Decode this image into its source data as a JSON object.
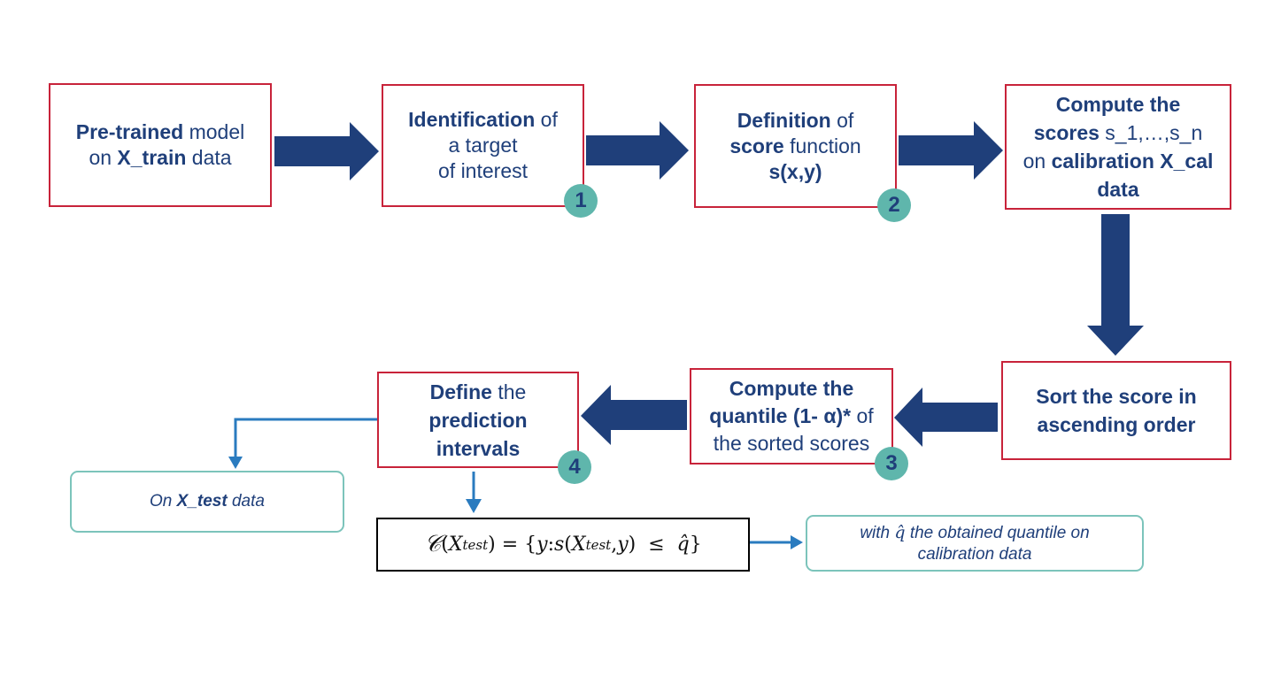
{
  "steps": {
    "pretrained": {
      "bold1": "Pre-trained",
      "text1": " model",
      "text2": "on ",
      "bold2": "X_train",
      "text3": " data"
    },
    "identification": {
      "bold1": "Identification",
      "text1": " of",
      "line2": "a target",
      "line3": "of interest",
      "badge": "1"
    },
    "definition": {
      "bold1": "Definition",
      "text1": " of",
      "bold2": "score",
      "text2": " function",
      "bold3": "s(x,y)",
      "badge": "2"
    },
    "compute_scores": {
      "line1": "Compute the",
      "bold1": "scores",
      "text1": " s_1,…,s_n",
      "text2": "on ",
      "bold2": "calibration X_cal",
      "line4": "data"
    },
    "sort": {
      "line1": "Sort the score in",
      "line2": "ascending order"
    },
    "quantile": {
      "line1": "Compute the",
      "bold1": "quantile (1- α)*",
      "text1": " of",
      "line3": "the sorted scores",
      "badge": "3"
    },
    "define_intervals": {
      "bold1": "Define",
      "text1": " the",
      "line2": "prediction",
      "line3": "intervals",
      "badge": "4"
    }
  },
  "notes": {
    "test_data": {
      "text1": "On ",
      "bold1": "X_test",
      "text2": " data"
    },
    "quantile_note": {
      "text1": "with ",
      "qhat": "q̂",
      "text2": " the obtained quantile on",
      "line2": "calibration data"
    }
  },
  "formula": {
    "cal": "𝒞",
    "open": "(",
    "X": "X",
    "sub1": "test",
    "mid": ") = {",
    "y": "y",
    "colon": " : ",
    "s": "s",
    "open2": "(",
    "X2": "X",
    "sub2": "test",
    "comma": ", ",
    "y2": "y",
    "close2": ")",
    "leq": "  ≤  ",
    "qhat": "q̂",
    "close": "}"
  },
  "colors": {
    "box_border": "#c8233a",
    "arrow": "#1f3f7a",
    "badge": "#5fb6ac",
    "note_border": "#7cc4bb",
    "connector": "#2a7bbf"
  }
}
